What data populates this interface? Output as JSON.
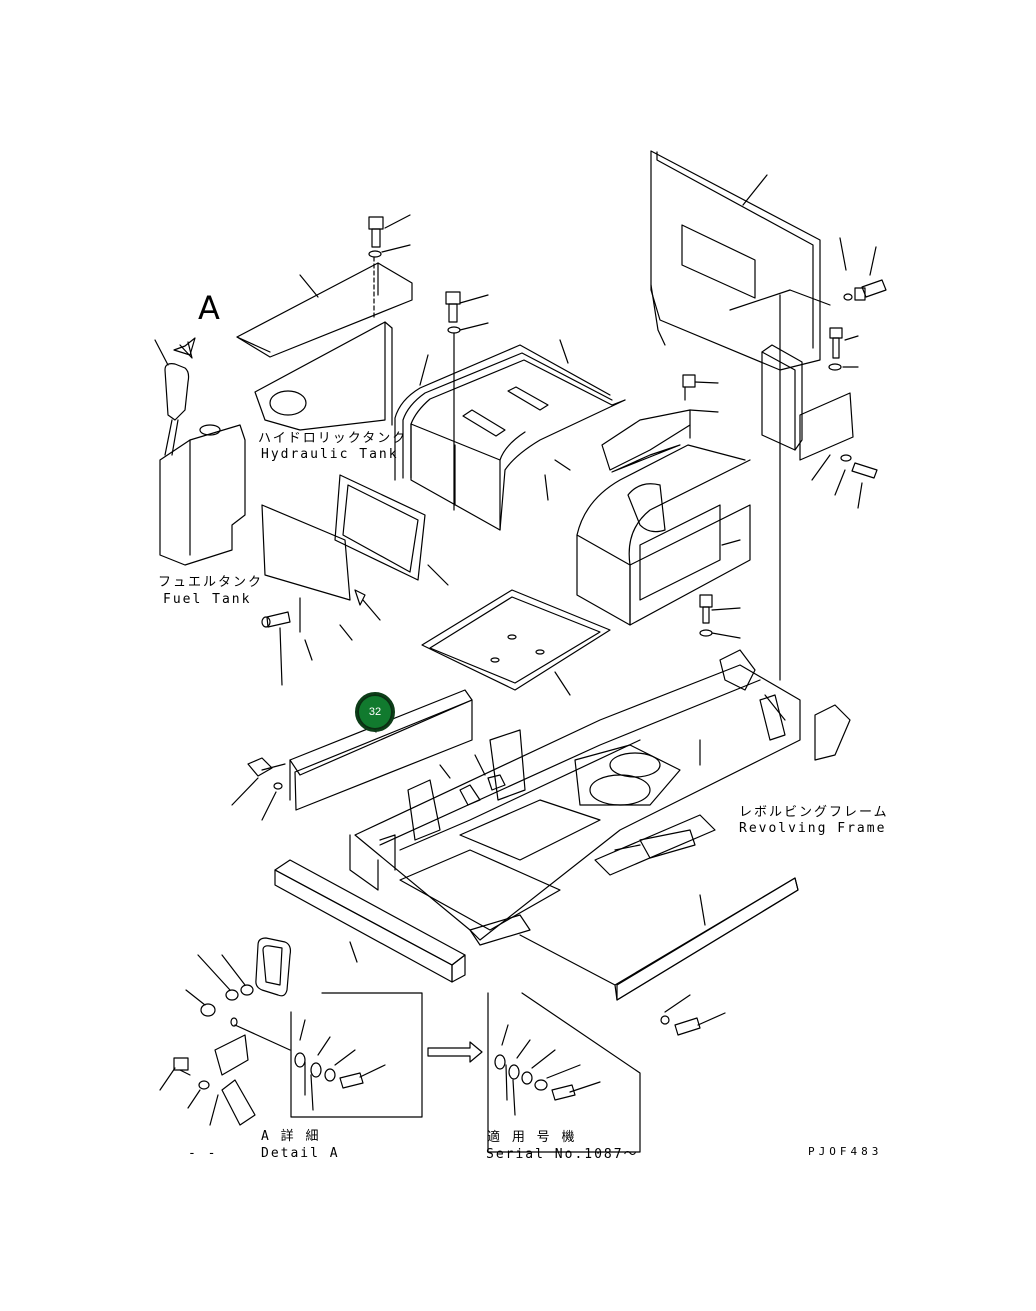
{
  "labels": {
    "view_a": "A",
    "hydraulic_tank_jp": "ハイドロリックタンク",
    "hydraulic_tank_en": "Hydraulic Tank",
    "fuel_tank_jp": "フュエルタンク",
    "fuel_tank_en": "Fuel Tank",
    "revolving_frame_jp": "レボルビングフレーム",
    "revolving_frame_en": "Revolving Frame",
    "detail_a_jp": "A 詳 細",
    "detail_a_en": "Detail A",
    "serial_jp": "適 用 号 機",
    "serial_en": "Serial No.1087～",
    "drawing_code": "PJOF483",
    "dash_note_left": "- -"
  },
  "hotspot": {
    "number": "32",
    "color": "#117a2e"
  }
}
